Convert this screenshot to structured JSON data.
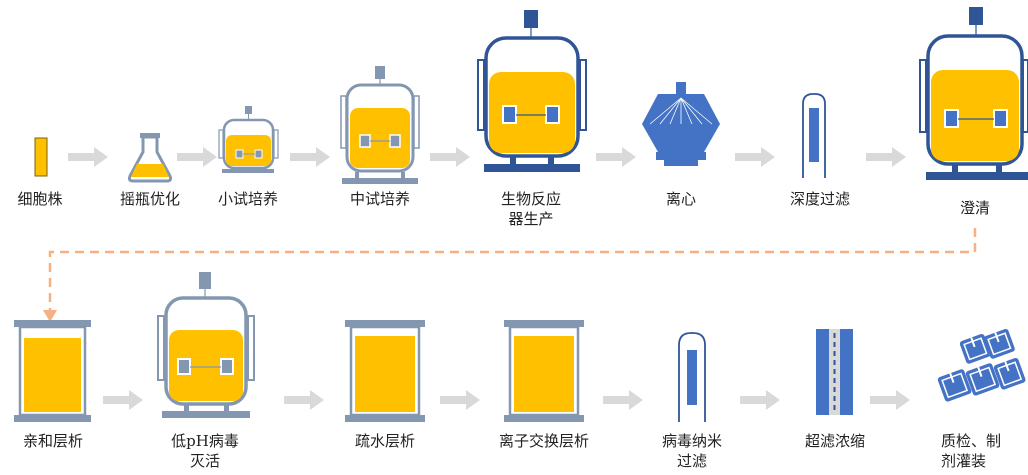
{
  "colors": {
    "yellow": "#FFC000",
    "blue": "#4472C4",
    "dark_blue": "#2F5597",
    "gray": "#8497B0",
    "arrow_gray": "#D9D9D9",
    "dashed_orange": "#F4B183"
  },
  "row1": [
    {
      "id": "cell-strain",
      "label": "细胞株"
    },
    {
      "id": "shake-flask",
      "label": "摇瓶优化"
    },
    {
      "id": "small-scale-culture",
      "label": "小试培养"
    },
    {
      "id": "pilot-scale-culture",
      "label": "中试培养"
    },
    {
      "id": "bioreactor-production",
      "label": "生物反应\n器生产"
    },
    {
      "id": "centrifuge",
      "label": "离心"
    },
    {
      "id": "depth-filtration",
      "label": "深度过滤"
    },
    {
      "id": "clarification",
      "label": "澄清"
    }
  ],
  "row2": [
    {
      "id": "affinity-chromatography",
      "label": "亲和层析"
    },
    {
      "id": "low-ph-inactivation",
      "label": "低pH病毒\n灭活"
    },
    {
      "id": "hydrophobic-chromatography",
      "label": "疏水层析"
    },
    {
      "id": "ion-exchange-chromatography",
      "label": "离子交换层析"
    },
    {
      "id": "virus-nanofiltration",
      "label": "病毒纳米\n过滤"
    },
    {
      "id": "ultrafiltration-concentration",
      "label": "超滤浓缩"
    },
    {
      "id": "qc-formulation-filling",
      "label": "质检、制\n剂灌装"
    }
  ]
}
